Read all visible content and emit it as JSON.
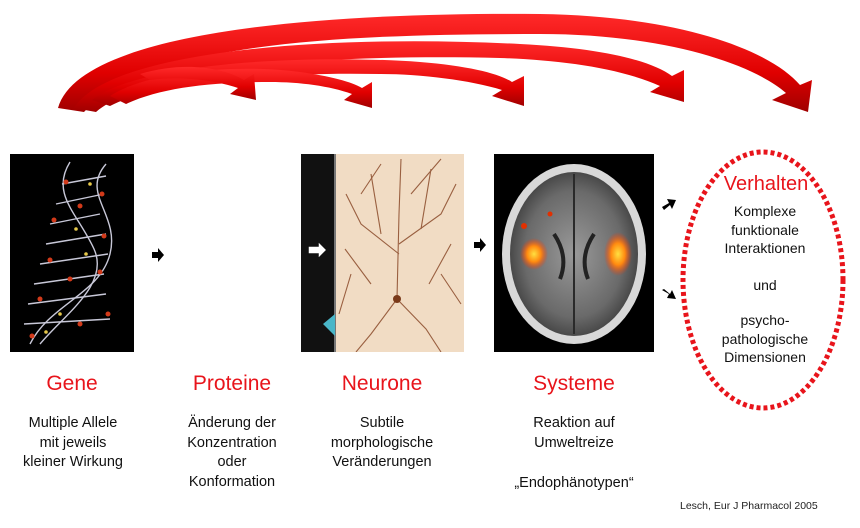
{
  "stages": [
    {
      "title": "Gene",
      "description": "Multiple Allele\nmit jeweils\nkleiner Wirkung"
    },
    {
      "title": "Proteine",
      "description": "Änderung der\nKonzentration\noder\nKonformation"
    },
    {
      "title": "Neurone",
      "description": "Subtile\nmorphologische\nVeränderungen"
    },
    {
      "title": "Systeme",
      "description": "Reaktion auf\nUmweltreize"
    }
  ],
  "systeme_extra": "„Endophänotypen“",
  "verhalten": {
    "title": "Verhalten",
    "text1": "Komplexe\nfunktionale\nInteraktionen",
    "text2": "und",
    "text3": "psycho-\npathologische\nDimensionen"
  },
  "citation": "Lesch, Eur J Pharmacol 2005",
  "colors": {
    "accent": "#e8141b",
    "arrow_dark": "#b40000"
  },
  "icons": [
    "dna-molecule-image",
    "neuron-micrograph-image",
    "brain-mri-image",
    "curved-arrow-icon",
    "black-arrow-icon",
    "white-arrow-icon"
  ]
}
